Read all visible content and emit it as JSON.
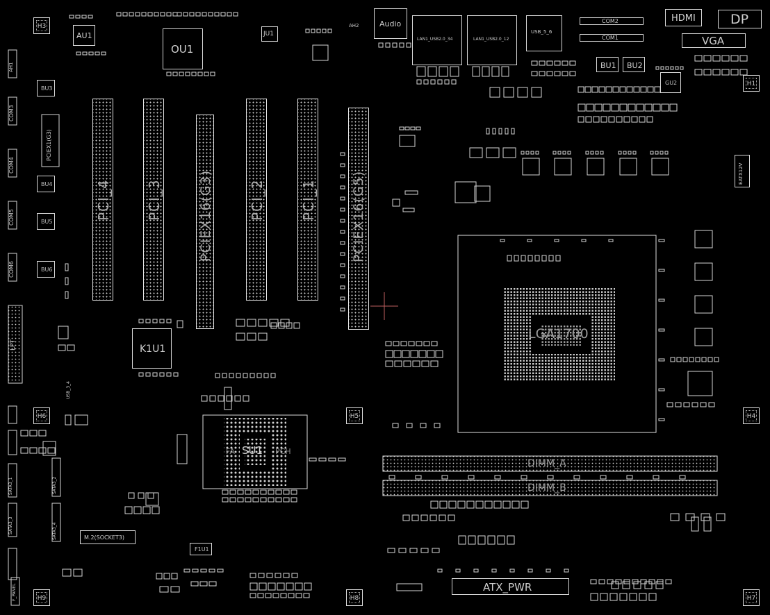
{
  "board": {
    "slots": {
      "pci_4": "PCI_4",
      "pci_3": "PCI_3",
      "pciex16_g3": "PCIEX16(G3)",
      "pci_2": "PCI_2",
      "pci_1": "PCI_1",
      "pciex16_g5": "PCIEX16(G5)"
    },
    "chips": {
      "au1": "AU1",
      "ou1": "OU1",
      "ju1": "JU1",
      "k1u1": "K1U1",
      "bu1": "BU1",
      "bu2": "BU2",
      "bu3": "BU3",
      "bu4": "BU4",
      "bu5": "BU5",
      "bu6": "BU6",
      "gu2": "GU2",
      "su1": "SU1",
      "pch_left": "FA",
      "pch_right": "PCH",
      "f1u1": "F1U1"
    },
    "connectors": {
      "audio": "Audio",
      "hdmi": "HDMI",
      "dp": "DP",
      "vga": "VGA",
      "com2": "COM2",
      "com1": "COM1",
      "usb_56": "USB_5_6",
      "lan_34": "LAN1_USB2.0_34",
      "lan_12": "LAN1_USB2.0_12",
      "dimm_a": "DIMM_A",
      "dimm_b": "DIMM_B",
      "atx_pwr": "ATX_PWR",
      "eatx12v": "EATX12V",
      "lga": "LGA1700",
      "m2": "M.2(SOCKET3)",
      "lpt": "LPT",
      "usb_34": "USB_3_4",
      "com3": "COM3",
      "com4": "COM4",
      "com5": "COM5",
      "com6": "COM6",
      "pciex1": "PCIEX1(G3)",
      "ah1": "AH1",
      "ah2": "AH2",
      "sata_1": "SATA3_1",
      "sata_2": "SATA3_2",
      "sata_3": "SATA3_3",
      "sata_4": "SATA3_4",
      "fpanel": "F_PANEL"
    },
    "holes": {
      "h1": "H1",
      "h3": "H3",
      "h4": "H4",
      "h5": "H5",
      "h6": "H6",
      "h7": "H7",
      "h8": "H8",
      "h9": "H9"
    }
  },
  "colors": {
    "background": "#000000",
    "outline": "#e0e0e0",
    "label": "#a8a8a8",
    "crosshair": "#c06060",
    "accent_dot": "#2fd0a0"
  }
}
